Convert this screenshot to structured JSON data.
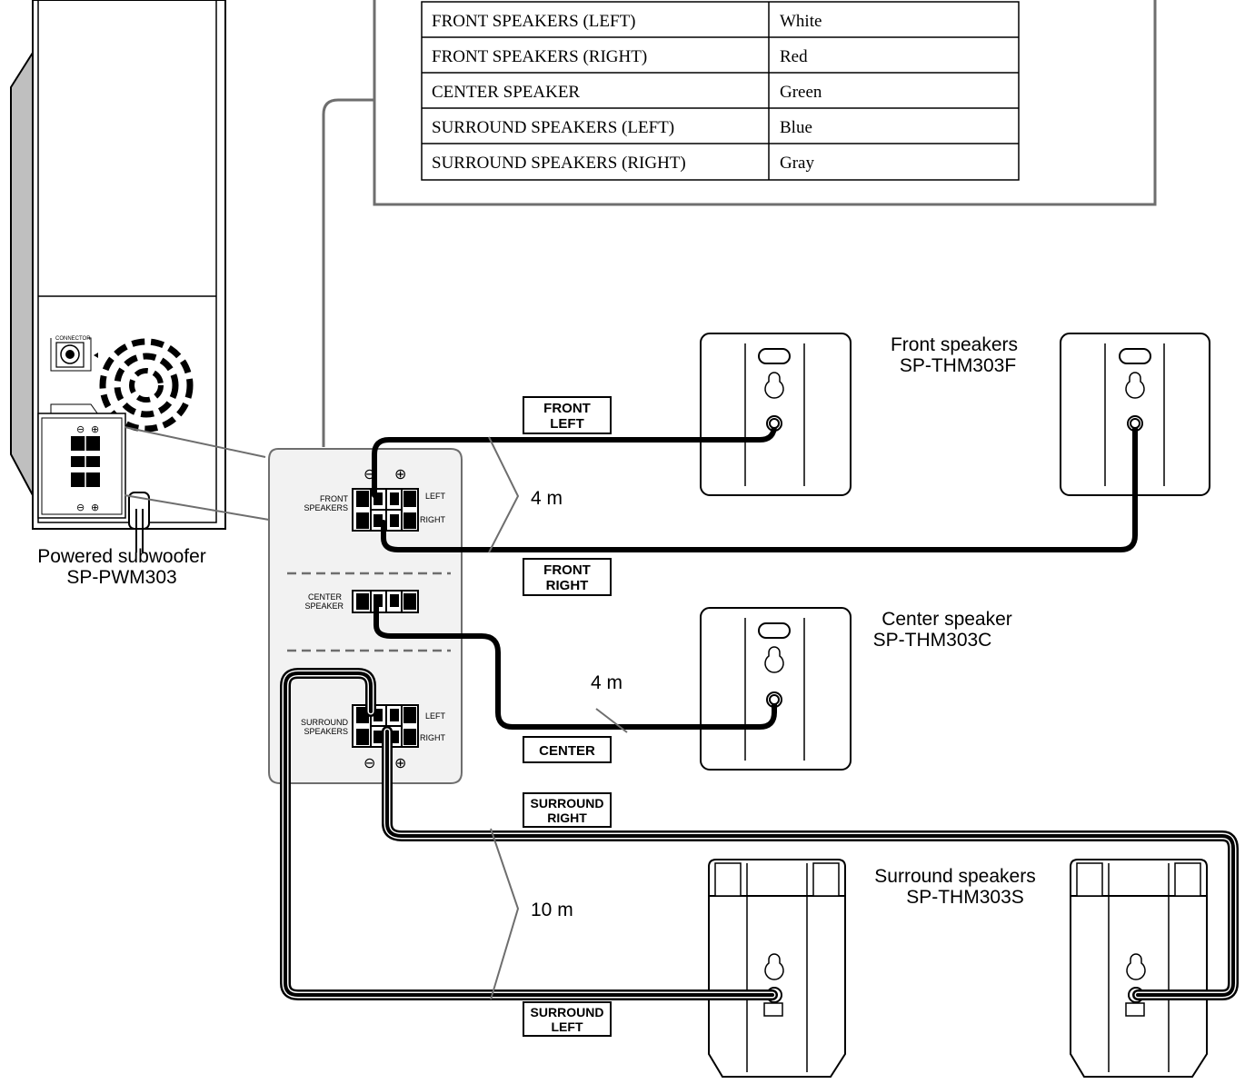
{
  "color_table": {
    "rows": [
      {
        "label": "FRONT SPEAKERS (LEFT)",
        "color": "White"
      },
      {
        "label": "FRONT SPEAKERS (RIGHT)",
        "color": "Red"
      },
      {
        "label": "CENTER SPEAKER",
        "color": "Green"
      },
      {
        "label": "SURROUND SPEAKERS (LEFT)",
        "color": "Blue"
      },
      {
        "label": "SURROUND SPEAKERS (RIGHT)",
        "color": "Gray"
      }
    ]
  },
  "subwoofer": {
    "name": "Powered subwoofer",
    "model": "SP-PWM303",
    "connector_label": "CONNECTOR"
  },
  "terminal_panel": {
    "front_speakers": "FRONT SPEAKERS",
    "front_speakers_line1": "FRONT",
    "front_speakers_line2": "SPEAKERS",
    "center_speaker_line1": "CENTER",
    "center_speaker_line2": "SPEAKER",
    "surround_speakers_line1": "SURROUND",
    "surround_speakers_line2": "SPEAKERS",
    "left": "LEFT",
    "right": "RIGHT",
    "minus": "⊖",
    "plus": "⊕"
  },
  "cable_tags": {
    "front_left_1": "FRONT",
    "front_left_2": "LEFT",
    "front_right_1": "FRONT",
    "front_right_2": "RIGHT",
    "center": "CENTER",
    "surround_right_1": "SURROUND",
    "surround_right_2": "RIGHT",
    "surround_left_1": "SURROUND",
    "surround_left_2": "LEFT"
  },
  "lengths": {
    "front": "4 m",
    "center": "4 m",
    "surround": "10 m"
  },
  "speakers": {
    "front_name": "Front speakers",
    "front_model": "SP-THM303F",
    "center_name": "Center speaker",
    "center_model": "SP-THM303C",
    "surround_name": "Surround speakers",
    "surround_model": "SP-THM303S"
  },
  "colors": {
    "line": "#000000",
    "frame": "#6e6e6e",
    "panel_fill": "#f2f2f2",
    "subwoofer_side": "#bfbfbf"
  }
}
